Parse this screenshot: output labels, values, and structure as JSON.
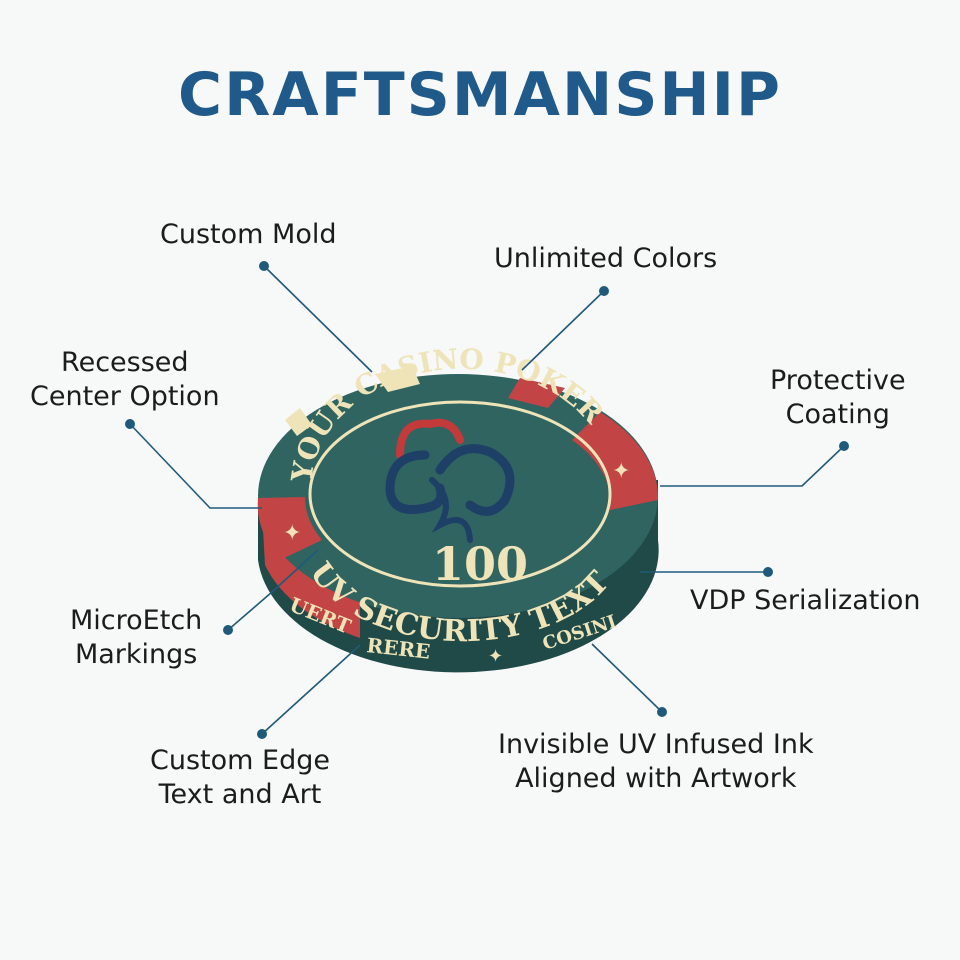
{
  "title": "CRAFTSMANSHIP",
  "colors": {
    "title": "#1f5a8a",
    "chip_green": "#2f6461",
    "chip_green_dark": "#1f4a48",
    "chip_red": "#c24444",
    "chip_cream": "#efe4b8",
    "logo_navy": "#1e3f66",
    "logo_red": "#c23a3a",
    "leader": "#1f5a7a"
  },
  "labels": {
    "custom_mold": "Custom Mold",
    "unlimited_colors": "Unlimited Colors",
    "recessed_1": "Recessed",
    "recessed_2": "Center Option",
    "protective_1": "Protective",
    "protective_2": "Coating",
    "vdp": "VDP Serialization",
    "microetch_1": "MicroEtch",
    "microetch_2": "Markings",
    "edge_1": "Custom Edge",
    "edge_2": "Text and Art",
    "uv_1": "Invisible UV Infused Ink",
    "uv_2": "Aligned with Artwork"
  },
  "chip": {
    "top_arc_text": "YOUR CASINO POKER",
    "bottom_arc_text": "UV SECURITY TEXT",
    "value": "100",
    "edge_text_1": "UERT",
    "edge_text_2": "RERE",
    "edge_text_3": "COSINI",
    "logo_icon": "swirl-cloud-logo-icon"
  }
}
